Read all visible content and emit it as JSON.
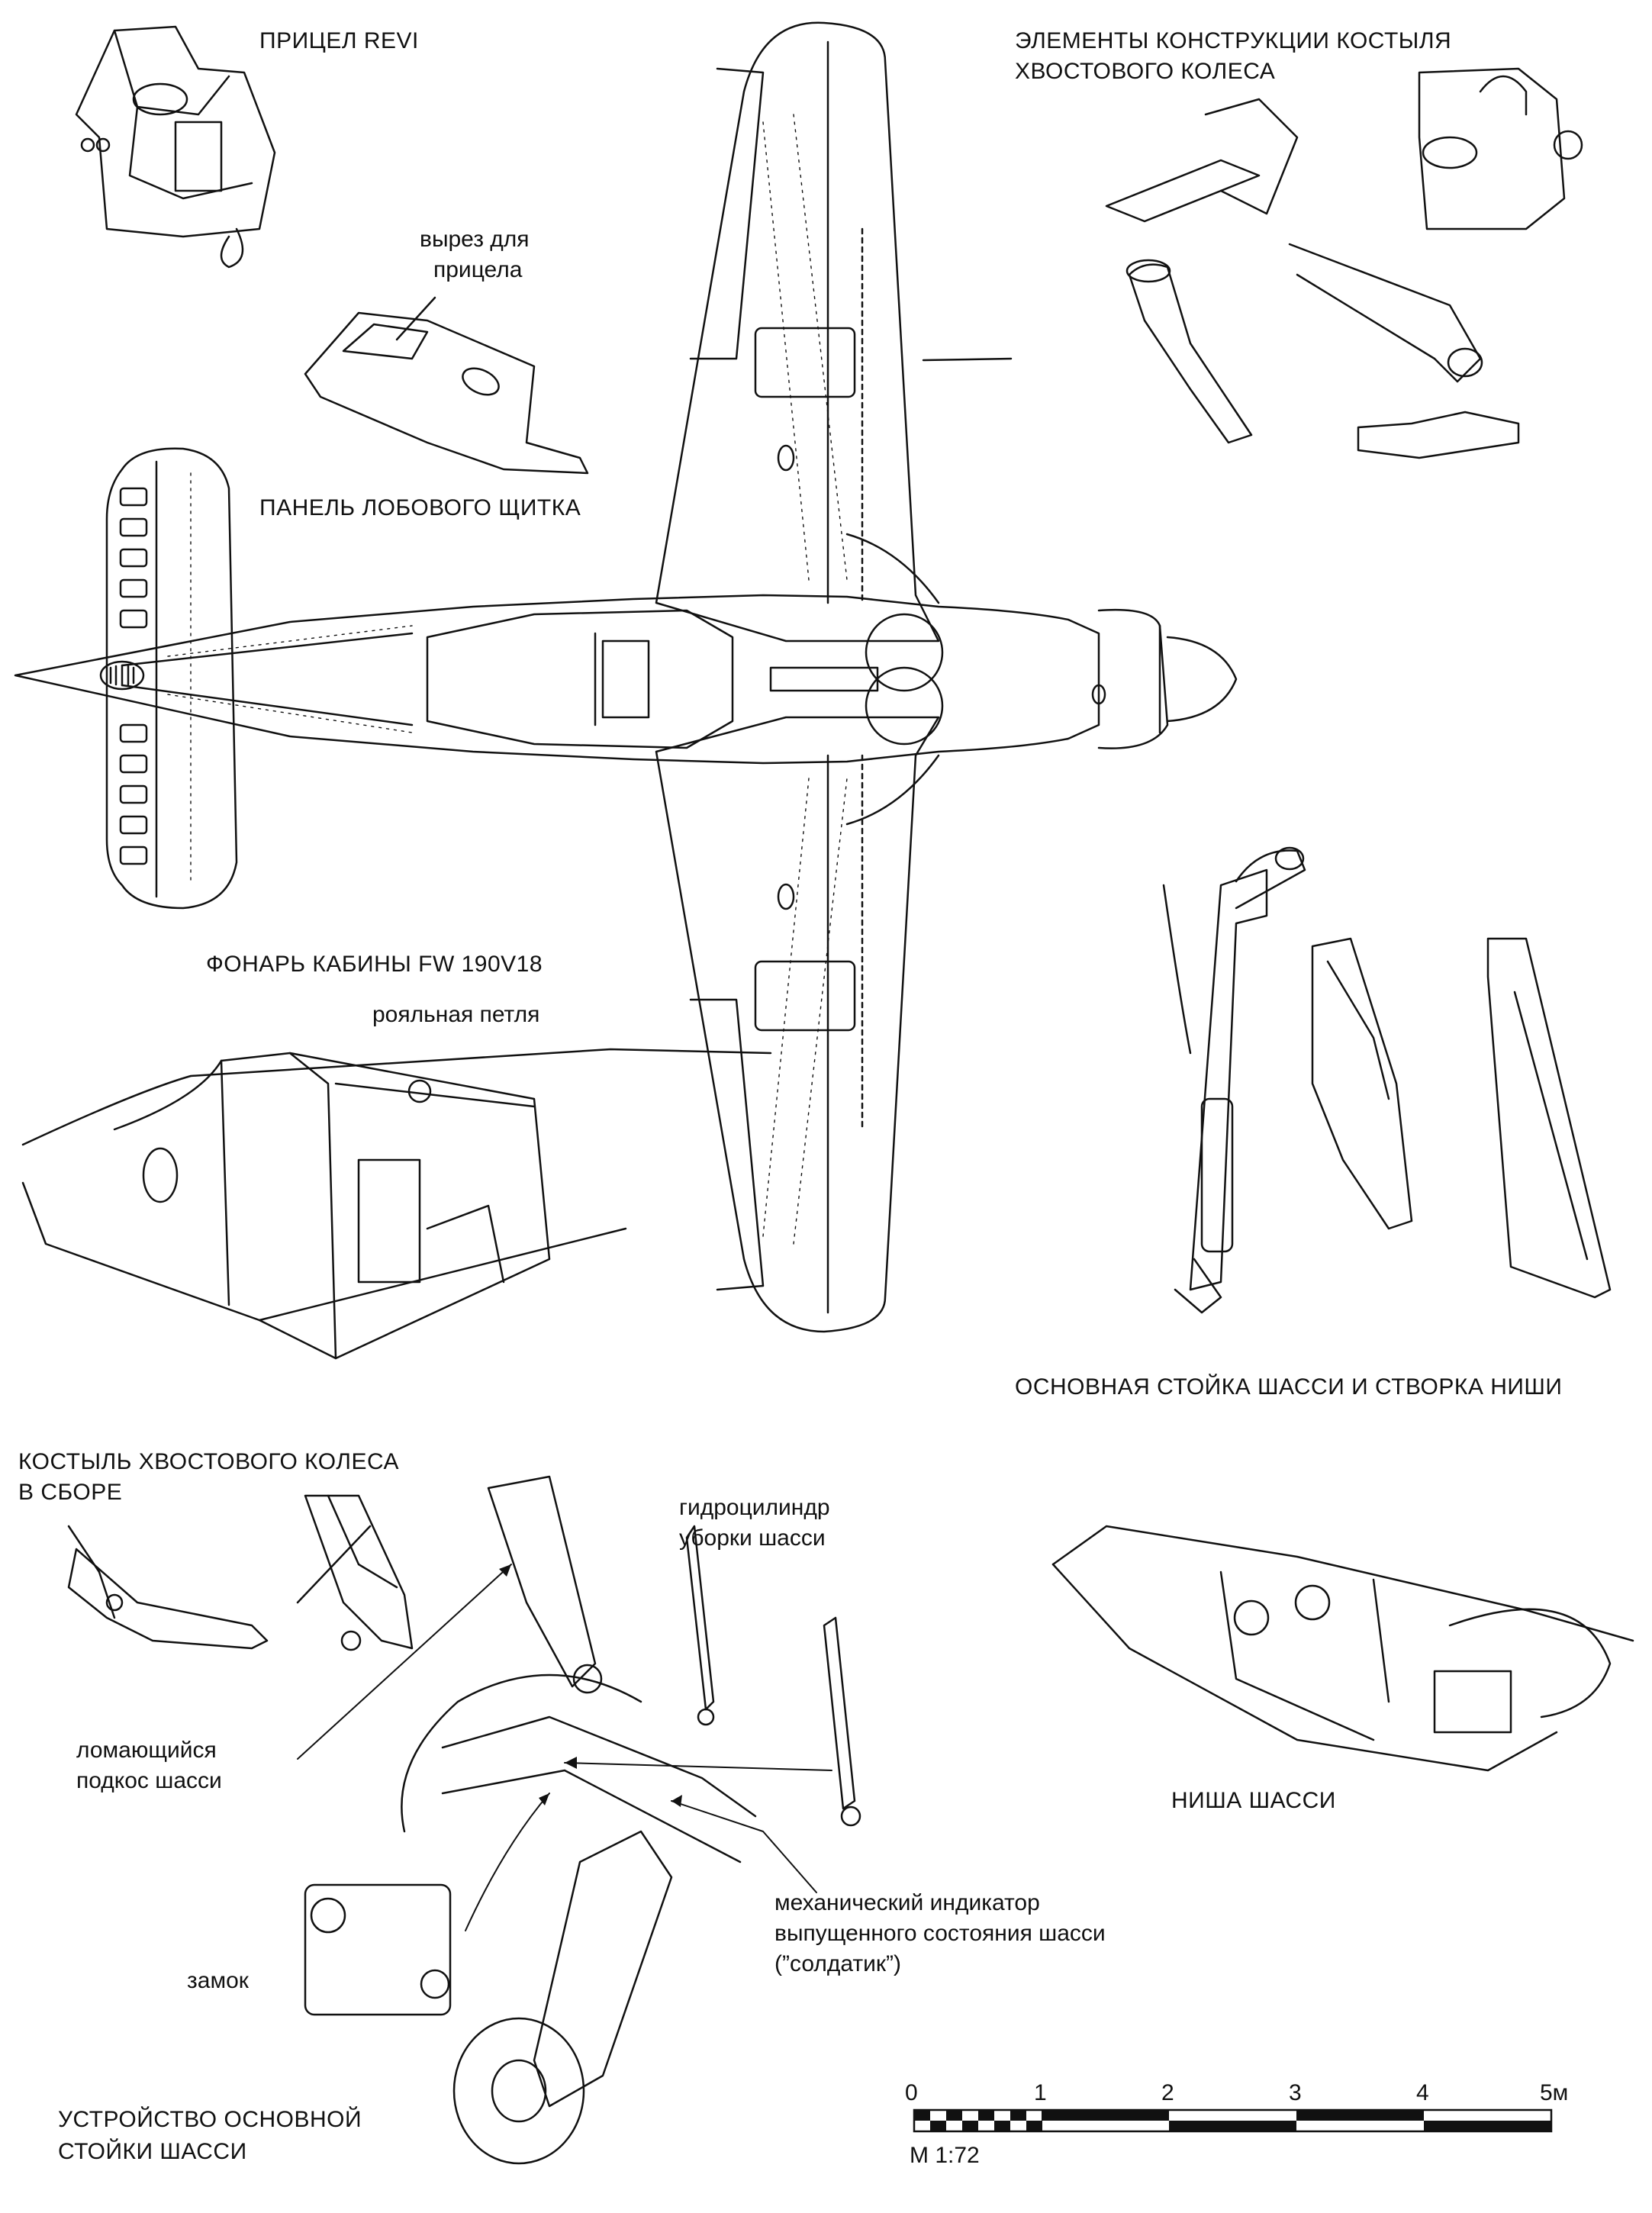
{
  "labels": {
    "revi_title": "ПРИЦЕЛ REVI",
    "sight_cutout_l1": "вырез для",
    "sight_cutout_l2": "прицела",
    "windscreen_panel": "ПАНЕЛЬ ЛОБОВОГО ЩИТКА",
    "tail_parts_l1": "ЭЛЕМЕНТЫ КОНСТРУКЦИИ КОСТЫЛЯ",
    "tail_parts_l2": "ХВОСТОВОГО КОЛЕСА",
    "canopy_title": "ФОНАРЬ КАБИНЫ FW 190V18",
    "piano_hinge": "рояльная петля",
    "main_gear_door": "ОСНОВНАЯ СТОЙКА ШАССИ И СТВОРКА НИШИ",
    "tail_assembly_l1": "КОСТЫЛЬ ХВОСТОВОГО КОЛЕСА",
    "tail_assembly_l2": "В СБОРЕ",
    "retract_cyl_l1": "гидроцилиндр",
    "retract_cyl_l2": "уборки шасси",
    "folding_strut_l1": "ломающийся",
    "folding_strut_l2": "подкос шасси",
    "wheel_well": "НИША ШАССИ",
    "indicator_l1": "механический индикатор",
    "indicator_l2": "выпущенного состояния шасси",
    "indicator_l3": "(”солдатик”)",
    "lock": "замок",
    "gear_device_l1": "УСТРОЙСТВО ОСНОВНОЙ",
    "gear_device_l2": "СТОЙКИ ШАССИ"
  },
  "scale": {
    "ticks": [
      "0",
      "1",
      "2",
      "3",
      "4",
      "5м"
    ],
    "ratio": "М 1:72"
  }
}
